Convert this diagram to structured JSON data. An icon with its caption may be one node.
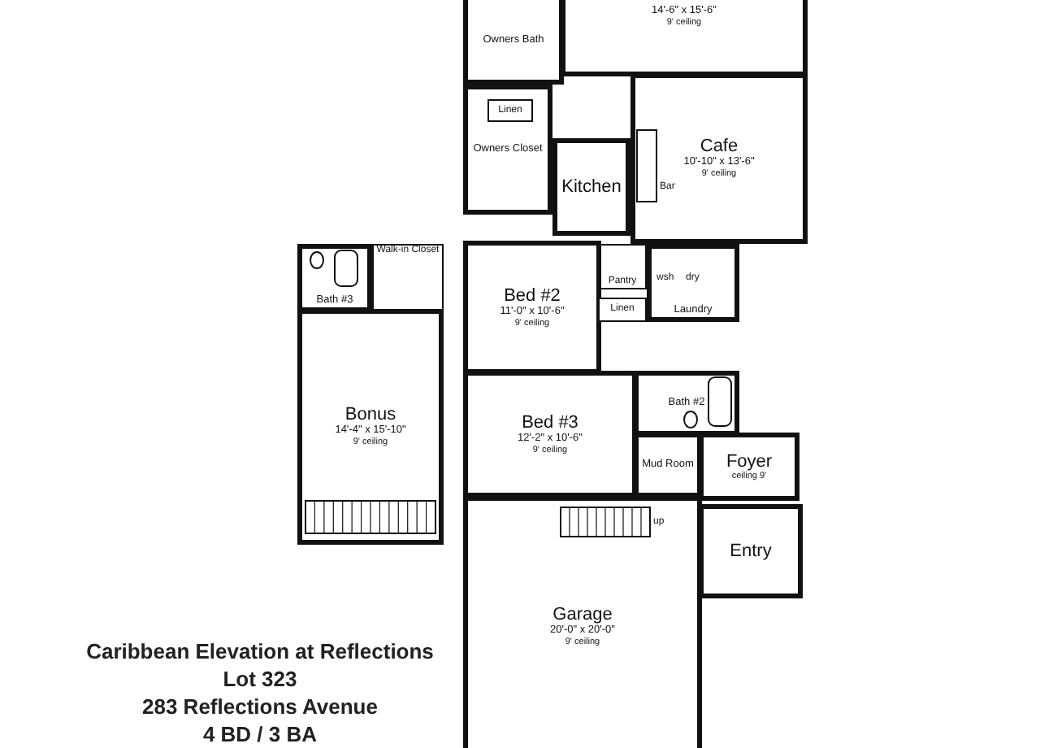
{
  "diagram": {
    "nodes": [
      {
        "text": [
          "14'-6\" x 15'-6\"",
          "9' ceiling"
        ]
      },
      {
        "text": [
          "Owners Bath"
        ]
      },
      {
        "text": [
          "Owners Closet"
        ]
      },
      {
        "text": [
          "Linen"
        ],
        "in": 2
      },
      {
        "text": [
          "Kitchen"
        ]
      },
      {
        "text": [
          "Cafe",
          "10'-10\" x 13'-6\"",
          "9' ceiling"
        ]
      },
      {
        "text": [
          "Pantry"
        ]
      },
      {
        "text": [
          "Laundry"
        ]
      },
      {
        "text": [
          "Bed #2",
          "11'-0\" x 10'-6\"",
          "9' ceiling"
        ]
      },
      {
        "text": [
          "Linen"
        ]
      },
      {
        "text": [
          "Bath #2"
        ]
      },
      {
        "text": [
          "Bed #3",
          "12'-2\" x 10'-6\"",
          "9' ceiling"
        ]
      },
      {
        "text": [
          "Mud Room"
        ]
      },
      {
        "text": [
          "Foyer",
          "ceiling 9'"
        ]
      },
      {
        "text": [
          "Entry"
        ]
      },
      {
        "text": [
          "Garage",
          "20'-0\" x 20'-0\"",
          "9' ceiling"
        ]
      },
      {
        "text": [
          "Bath #3"
        ]
      },
      {
        "text": [
          "Walk-in Closet"
        ]
      },
      {
        "text": [
          "Bonus",
          "14'-4\" x 15'-10\"",
          "9' ceiling"
        ]
      }
    ],
    "edges": [],
    "labels": [
      "Bar",
      "wsh",
      "dry",
      "up",
      "Caribbean Elevation at Reflections",
      "Lot 323",
      "283 Reflections Avenue",
      "4 BD / 3 BA"
    ]
  }
}
